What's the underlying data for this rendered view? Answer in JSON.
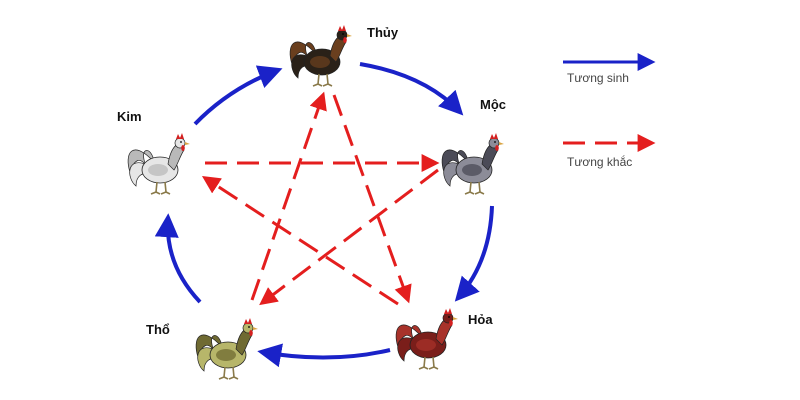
{
  "nodes": [
    {
      "id": "thuy",
      "label": "Thủy",
      "color": "#2a2118",
      "accent": "#6a3f1e"
    },
    {
      "id": "moc",
      "label": "Mộc",
      "color": "#8c8c98",
      "accent": "#4b4b57"
    },
    {
      "id": "hoa",
      "label": "Hỏa",
      "color": "#7a1e1a",
      "accent": "#a8322a"
    },
    {
      "id": "tho",
      "label": "Thổ",
      "color": "#b7b66a",
      "accent": "#6f6a32"
    },
    {
      "id": "kim",
      "label": "Kim",
      "color": "#e6e6e6",
      "accent": "#b9b9b9"
    }
  ],
  "legend": {
    "sinh_label": "Tương sinh",
    "khac_label": "Tương khắc"
  },
  "colors": {
    "sinh": "#1a22c8",
    "khac": "#e41e1e",
    "comb": "#d42020"
  },
  "icons": {
    "node": "rooster-icon"
  }
}
